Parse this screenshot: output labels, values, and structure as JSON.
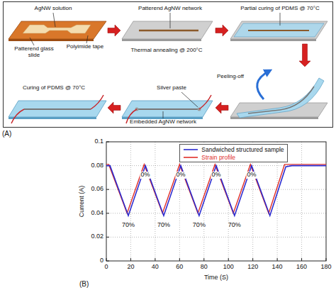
{
  "diagram": {
    "labels": [
      "AgNW solution",
      "Patterend AgNW network",
      "Patterend glass slide",
      "Polyimide tape",
      "Thermal annealing @ 200°C",
      "Partial curing of PDMS @ 70°C",
      "Peeling-off",
      "Silver paste",
      "Embedded AgNW network",
      "Curing of PDMS @ 70°C",
      "(A)",
      "0",
      "0.02",
      "0.04",
      "0.06",
      "0.08",
      "0.1",
      "0",
      "20",
      "40",
      "60",
      "80",
      "100",
      "120",
      "140",
      "160",
      "180",
      "Current (A)",
      "Time (S)",
      "0%",
      "0%",
      "0%",
      "0%",
      "70%",
      "70%",
      "70%",
      "70%",
      "(B)"
    ],
    "legend": [
      {
        "text": "Sandwiched structured sample"
      },
      {
        "text": "Strain profile"
      }
    ]
  }
}
